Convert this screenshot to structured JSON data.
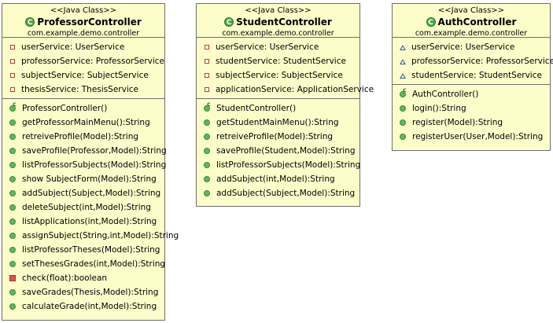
{
  "classes": [
    {
      "stereotype": "<<Java Class>>",
      "name": "ProfessorController",
      "package": "com.example.demo.controller",
      "fields": [
        {
          "vis": "private",
          "text": "userService: UserService"
        },
        {
          "vis": "private",
          "text": "professorService: ProfessorService"
        },
        {
          "vis": "private",
          "text": "subjectService: SubjectService"
        },
        {
          "vis": "private",
          "text": "thesisService: ThesisService"
        }
      ],
      "methods": [
        {
          "vis": "constructor",
          "text": "ProfessorController()"
        },
        {
          "vis": "public",
          "text": "getProfessorMainMenu():String"
        },
        {
          "vis": "public",
          "text": "retreiveProfile(Model):String"
        },
        {
          "vis": "public",
          "text": "saveProfile(Professor,Model):String"
        },
        {
          "vis": "public",
          "text": "listProfessorSubjects(Model):String"
        },
        {
          "vis": "public",
          "text": "show SubjectForm(Model):String"
        },
        {
          "vis": "public",
          "text": "addSubject(Subject,Model):String"
        },
        {
          "vis": "public",
          "text": "deleteSubject(int,Model):String"
        },
        {
          "vis": "public",
          "text": "listApplications(int,Model):String"
        },
        {
          "vis": "public",
          "text": "assignSubject(String,int,Model):String"
        },
        {
          "vis": "public",
          "text": "listProfessorTheses(Model):String"
        },
        {
          "vis": "public",
          "text": "setThesesGrades(int,Model):String"
        },
        {
          "vis": "private",
          "text": "check(float):boolean"
        },
        {
          "vis": "public",
          "text": "saveGrades(Thesis,Model):String"
        },
        {
          "vis": "public",
          "text": "calculateGrade(int,Model):String"
        }
      ]
    },
    {
      "stereotype": "<<Java Class>>",
      "name": "StudentController",
      "package": "com.example.demo.controller",
      "fields": [
        {
          "vis": "private",
          "text": "userService: UserService"
        },
        {
          "vis": "private",
          "text": "studentService: StudentService"
        },
        {
          "vis": "private",
          "text": "subjectService: SubjectService"
        },
        {
          "vis": "private",
          "text": "applicationService: ApplicationService"
        }
      ],
      "methods": [
        {
          "vis": "constructor",
          "text": "StudentController()"
        },
        {
          "vis": "public",
          "text": "getStudentMainMenu():String"
        },
        {
          "vis": "public",
          "text": "retreiveProfile(Model):String"
        },
        {
          "vis": "public",
          "text": "saveProfile(Student,Model):String"
        },
        {
          "vis": "public",
          "text": "listProfessorSubjects(Model):String"
        },
        {
          "vis": "public",
          "text": "addSubject(int,Model):String"
        },
        {
          "vis": "public",
          "text": "addSubject(Subject,Model):String"
        }
      ]
    },
    {
      "stereotype": "<<Java Class>>",
      "name": "AuthController",
      "package": "com.example.demo.controller",
      "fields": [
        {
          "vis": "package",
          "text": "userService: UserService"
        },
        {
          "vis": "package",
          "text": "professorService: ProfessorService"
        },
        {
          "vis": "package",
          "text": "studentService: StudentService"
        }
      ],
      "methods": [
        {
          "vis": "constructor",
          "text": "AuthController()"
        },
        {
          "vis": "public",
          "text": "login():String"
        },
        {
          "vis": "public",
          "text": "register(Model):String"
        },
        {
          "vis": "public",
          "text": "registerUser(User,Model):String"
        }
      ]
    }
  ],
  "icons": {
    "class": "class-icon",
    "private_field": "private-field-icon",
    "package_field": "package-field-icon",
    "public_method": "public-method-icon",
    "private_method": "private-method-icon",
    "constructor": "constructor-icon"
  },
  "colors": {
    "box_fill": "#fdfdca",
    "border": "#6e6e6e",
    "public": "#5cb85c",
    "private": "#d9534f",
    "package": "#3a5db6"
  }
}
